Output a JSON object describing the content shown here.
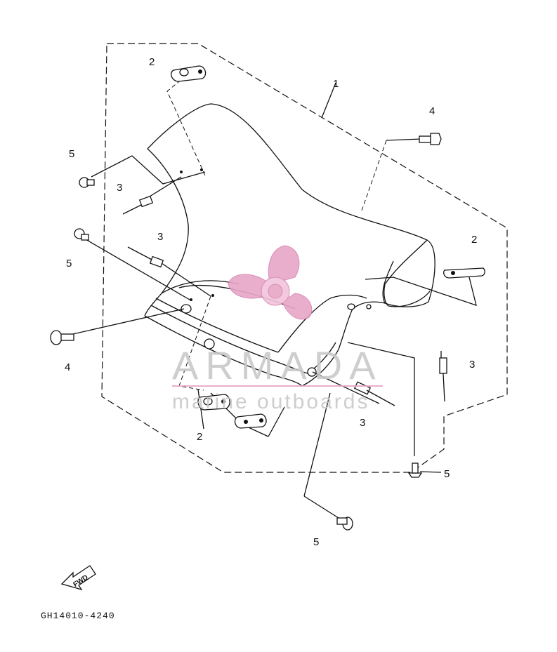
{
  "diagram": {
    "part_code": "GH14010-4240",
    "fwd_label": "FWD",
    "callouts": [
      {
        "id": "c1",
        "label": "1"
      },
      {
        "id": "c2a",
        "label": "2"
      },
      {
        "id": "c2b",
        "label": "2"
      },
      {
        "id": "c2c",
        "label": "2"
      },
      {
        "id": "c3a",
        "label": "3"
      },
      {
        "id": "c3b",
        "label": "3"
      },
      {
        "id": "c3c",
        "label": "3"
      },
      {
        "id": "c3d",
        "label": "3"
      },
      {
        "id": "c4a",
        "label": "4"
      },
      {
        "id": "c4b",
        "label": "4"
      },
      {
        "id": "c5a",
        "label": "5"
      },
      {
        "id": "c5b",
        "label": "5"
      },
      {
        "id": "c5c",
        "label": "5"
      },
      {
        "id": "c5d",
        "label": "5"
      }
    ]
  },
  "watermark": {
    "brand": "ARMADA",
    "tagline": "marine outboards",
    "accent_color": "#e8a6c8",
    "text_color": "#c9c9c9"
  }
}
